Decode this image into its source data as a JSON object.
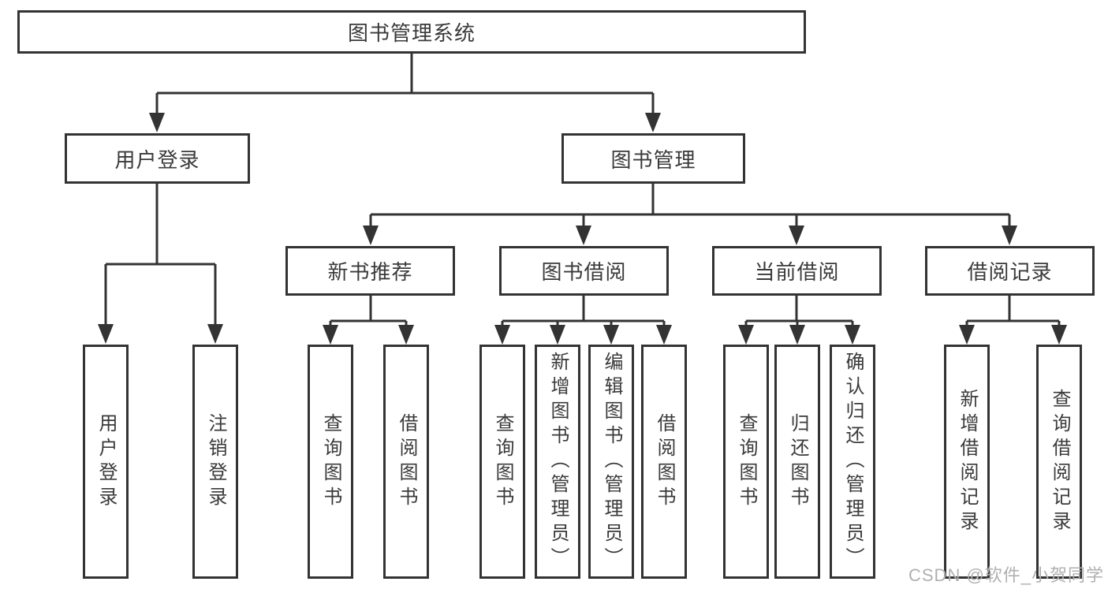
{
  "diagram": {
    "root": "图书管理系统",
    "children": [
      {
        "label": "用户登录",
        "children": [
          "用户登录",
          "注销登录"
        ]
      },
      {
        "label": "图书管理",
        "children": [
          {
            "label": "新书推荐",
            "children": [
              "查询图书",
              "借阅图书"
            ]
          },
          {
            "label": "图书借阅",
            "children": [
              "查询图书",
              "新增图书（管理员）",
              "编辑图书（管理员）",
              "借阅图书"
            ]
          },
          {
            "label": "当前借阅",
            "children": [
              "查询图书",
              "归还图书",
              "确认归还（管理员）"
            ]
          },
          {
            "label": "借阅记录",
            "children": [
              "新增借阅记录",
              "查询借阅记录"
            ]
          }
        ]
      }
    ],
    "watermark": "CSDN @软件_小贺同学",
    "colors": {
      "line": "#333333",
      "border": "#333333",
      "text": "#3a3a3a",
      "watermark": "#b0b0b0",
      "background": "#ffffff"
    }
  }
}
